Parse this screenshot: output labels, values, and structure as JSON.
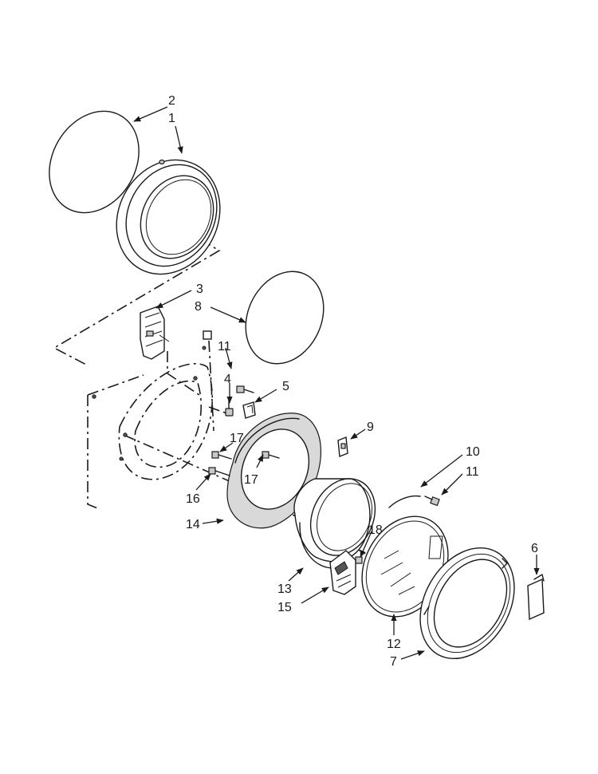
{
  "callouts": {
    "c1": "1",
    "c2": "2",
    "c3": "3",
    "c4": "4",
    "c5": "5",
    "c6": "6",
    "c7": "7",
    "c8": "8",
    "c9": "9",
    "c10": "10",
    "c11a": "11",
    "c11b": "11",
    "c12": "12",
    "c13": "13",
    "c14": "14",
    "c15": "15",
    "c16": "16",
    "c17a": "17",
    "c17b": "17",
    "c18": "18"
  },
  "colors": {
    "line": "#1a1a1a",
    "background": "#ffffff"
  }
}
